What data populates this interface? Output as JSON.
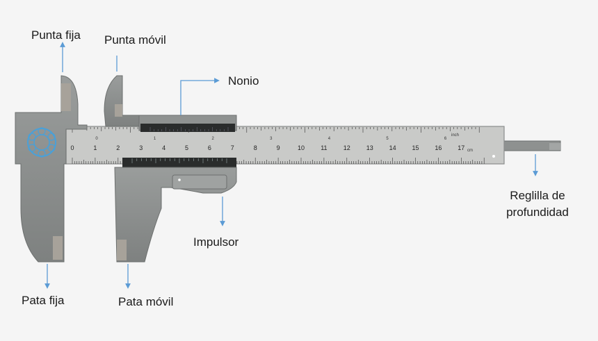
{
  "labels": {
    "punta_fija": "Punta fija",
    "punta_movil": "Punta móvil",
    "nonio": "Nonio",
    "reglilla_line1": "Reglilla de",
    "reglilla_line2": "profundidad",
    "impulsor": "Impulsor",
    "pata_fija": "Pata fija",
    "pata_movil": "Pata móvil"
  },
  "scale": {
    "cm_numbers": [
      "0",
      "1",
      "2",
      "3",
      "4",
      "5",
      "6",
      "7",
      "8",
      "9",
      "10",
      "11",
      "12",
      "13",
      "14",
      "15",
      "16",
      "17"
    ],
    "cm_unit": "cm",
    "inch_numbers": [
      "0",
      "1",
      "2",
      "3",
      "4",
      "5",
      "6"
    ],
    "inch_unit": "inch"
  },
  "colors": {
    "body": "#8c8f8e",
    "body_dark": "#6f7271",
    "scale_face": "#c9cac8",
    "arrow": "#5b9bd5",
    "logo": "#4aa0d8",
    "vernier_window": "#2a2c2c"
  }
}
